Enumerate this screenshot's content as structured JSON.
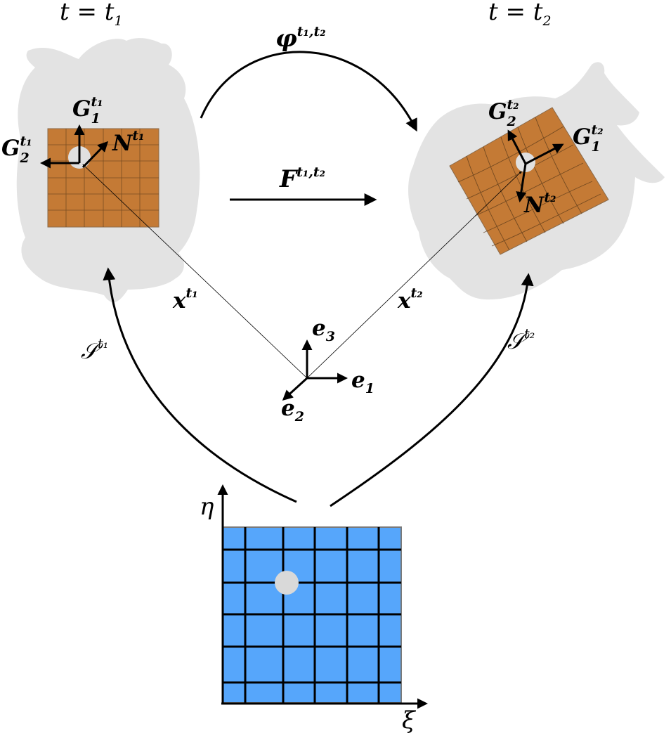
{
  "time_labels": {
    "t1": {
      "lhs": "t",
      "eq": "=",
      "rhs": "t",
      "sub": "1"
    },
    "t2": {
      "lhs": "t",
      "eq": "=",
      "rhs": "t",
      "sub": "2"
    }
  },
  "mapping_phi": {
    "symbol": "φ",
    "sup": "t₁,t₂"
  },
  "deformation_gradient": {
    "symbol": "F",
    "sup": "t₁,t₂"
  },
  "basis_t1": {
    "G1": {
      "symbol": "G",
      "sub": "1",
      "sup": "t₁"
    },
    "G2": {
      "symbol": "G",
      "sub": "2",
      "sup": "t₁"
    },
    "N": {
      "symbol": "N",
      "sup": "t₁"
    }
  },
  "basis_t2": {
    "G1": {
      "symbol": "G",
      "sub": "1",
      "sup": "t₂"
    },
    "G2": {
      "symbol": "G",
      "sub": "2",
      "sup": "t₂"
    },
    "N": {
      "symbol": "N",
      "sup": "t₂"
    }
  },
  "position_vectors": {
    "x1": {
      "symbol": "x",
      "sup": "t₁"
    },
    "x2": {
      "symbol": "x",
      "sup": "t₂"
    }
  },
  "surface_maps": {
    "S1": {
      "symbol": "𝒮",
      "sup": "t₁"
    },
    "S2": {
      "symbol": "𝒮",
      "sup": "t₂"
    }
  },
  "global_basis": {
    "e1": {
      "symbol": "e",
      "sub": "1"
    },
    "e2": {
      "symbol": "e",
      "sub": "2"
    },
    "e3": {
      "symbol": "e",
      "sub": "3"
    }
  },
  "parametric_axes": {
    "xi": "ξ",
    "eta": "η"
  },
  "colors": {
    "shape_gray": "#e3e3e3",
    "patch_orange": "#c47a35",
    "param_blue": "#56a6fb",
    "point_gray": "#d9d9d9"
  }
}
